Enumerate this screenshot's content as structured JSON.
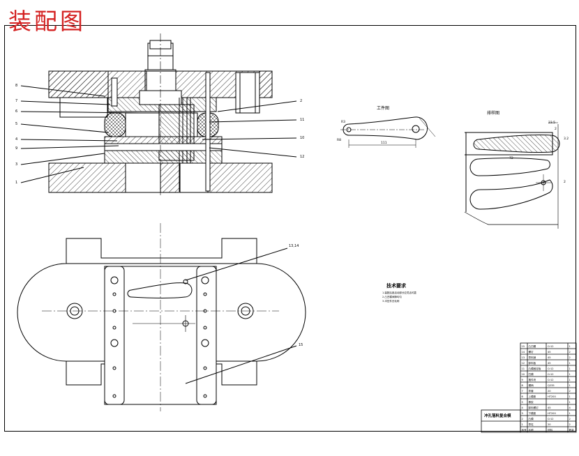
{
  "drawing": {
    "title": "装配图",
    "title_color": "#d42121",
    "line_color": "#000000"
  },
  "section_view": {
    "callouts_left": [
      "8",
      "7",
      "6",
      "5",
      "4",
      "9",
      "3",
      "1"
    ],
    "callouts_right": [
      "2",
      "11",
      "10",
      "12"
    ]
  },
  "plan_view": {
    "callouts": [
      "13,14",
      "15"
    ]
  },
  "workpiece": {
    "heading": "工件图",
    "dims": [
      "R3",
      "R8",
      "111"
    ]
  },
  "layout": {
    "heading": "排样图",
    "dims": [
      "23.5",
      "2",
      "3.2",
      "72",
      "2"
    ]
  },
  "tech_req": {
    "heading": "技术要求",
    "lines": [
      "1.装配后各活动部分应灵活可靠",
      "2.凸凹模间隙均匀",
      "3.冲压件无毛刺"
    ]
  },
  "title_block": {
    "name": "冲孔落料复合模",
    "rows": [
      [
        "15",
        "凸凹模",
        "Cr12",
        "1"
      ],
      [
        "14",
        "螺钉",
        "45",
        "2"
      ],
      [
        "13",
        "导料销",
        "45",
        "2"
      ],
      [
        "12",
        "卸料板",
        "45",
        "1"
      ],
      [
        "11",
        "凸模固定板",
        "Cr12",
        "1"
      ],
      [
        "10",
        "凹模",
        "Cr12",
        "1"
      ],
      [
        "9",
        "推件块",
        "Cr12",
        "1"
      ],
      [
        "8",
        "模柄",
        "Q235",
        "1"
      ],
      [
        "7",
        "导套",
        "20",
        "2"
      ],
      [
        "6",
        "上模座",
        "HT200",
        "1"
      ],
      [
        "5",
        "橡胶",
        "",
        "1"
      ],
      [
        "4",
        "卸料螺钉",
        "45",
        "4"
      ],
      [
        "3",
        "下模座",
        "HT200",
        "1"
      ],
      [
        "2",
        "凸模",
        "Cr12",
        "2"
      ],
      [
        "1",
        "导柱",
        "20",
        "2"
      ]
    ],
    "footer": [
      "序号",
      "名称",
      "材料",
      "数量"
    ]
  }
}
